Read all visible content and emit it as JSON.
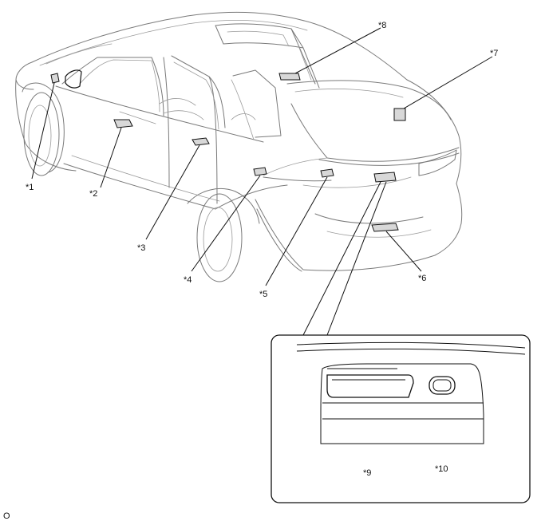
{
  "callouts": {
    "c1": "*1",
    "c2": "*2",
    "c3": "*3",
    "c4": "*4",
    "c5": "*5",
    "c6": "*6",
    "c7": "*7",
    "c8": "*8",
    "c9": "*9",
    "c10": "*10"
  },
  "figure_code": "O"
}
